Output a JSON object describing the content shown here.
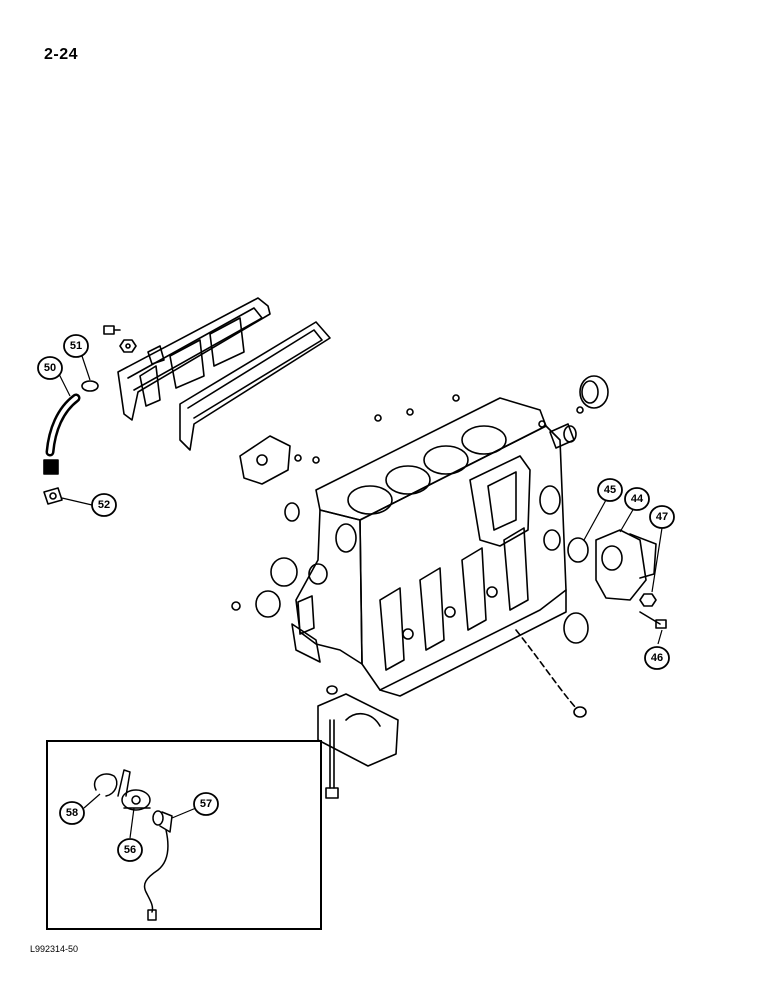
{
  "page": {
    "page_number": "2-24",
    "figure_code": "L992314-50"
  },
  "callouts": {
    "c50": "50",
    "c51": "51",
    "c52": "52",
    "c45": "45",
    "c44": "44",
    "c47": "47",
    "c46": "46",
    "c58": "58",
    "c56": "56",
    "c57": "57"
  }
}
